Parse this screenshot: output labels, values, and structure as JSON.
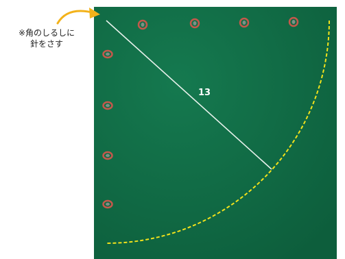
{
  "annotation": {
    "note_line1": "※角のしるしに",
    "note_line2": "針をさす"
  },
  "measurement": {
    "radius_label": "13"
  },
  "colors": {
    "fabric": "#12704a",
    "fabric_dark": "#0c5a3a",
    "arc": "#f2e21b",
    "arrow": "#f3b21a",
    "measure_line": "#e8f2ec",
    "stitch_outer": "#c4584b",
    "stitch_inner": "#7f8f86"
  },
  "icons": {
    "arrow": "curved-arrow-icon",
    "stitch": "stitch-mark-icon"
  }
}
